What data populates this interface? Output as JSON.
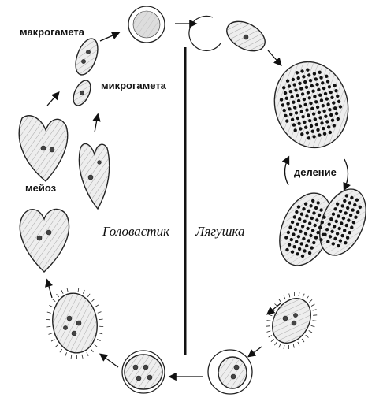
{
  "labels": {
    "macrogamete": "макрогамета",
    "microgamete": "микрогамета",
    "meiosis": "мейоз",
    "division": "деление",
    "host_left": "Головастик",
    "host_right": "Лягушка"
  },
  "colors": {
    "ink": "#111111",
    "cell_fill": "#eeeeee",
    "nucleus": "#444444",
    "background": "#ffffff"
  }
}
